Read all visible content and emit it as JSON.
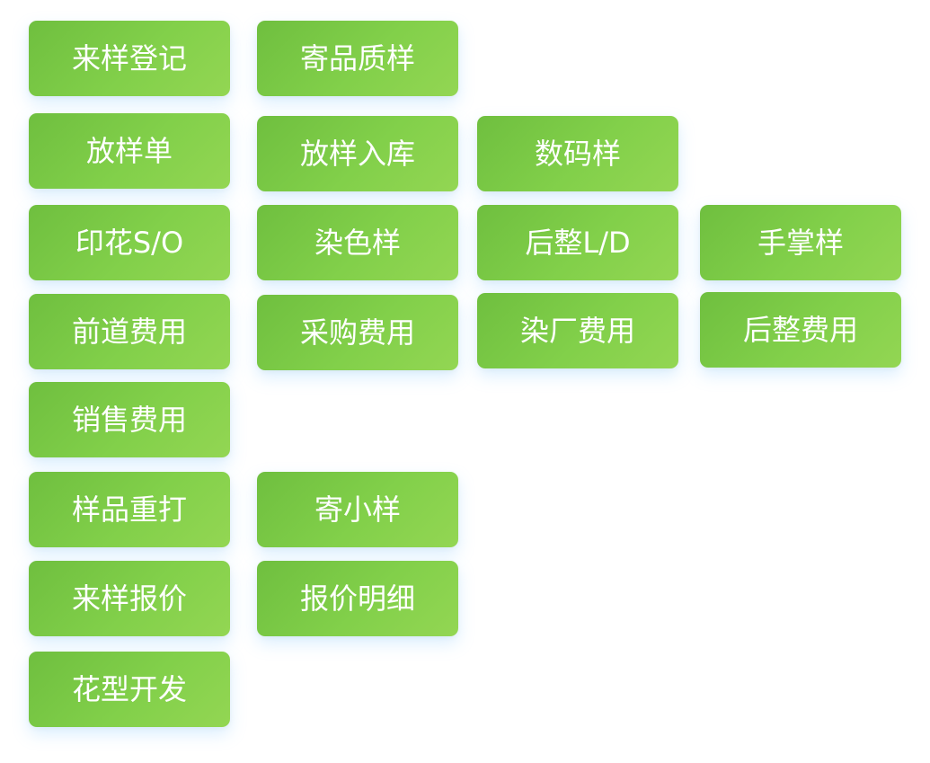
{
  "tiles": [
    [
      "来样登记",
      "寄品质样"
    ],
    [
      "放样单",
      "放样入库",
      "数码样"
    ],
    [
      "印花S/O",
      "染色样",
      "后整L/D",
      "手掌样"
    ],
    [
      "前道费用",
      "采购费用",
      "染厂费用",
      "后整费用"
    ],
    [
      "销售费用"
    ],
    [
      "样品重打",
      "寄小样"
    ],
    [
      "来样报价",
      "报价明细"
    ],
    [
      "花型开发"
    ]
  ]
}
